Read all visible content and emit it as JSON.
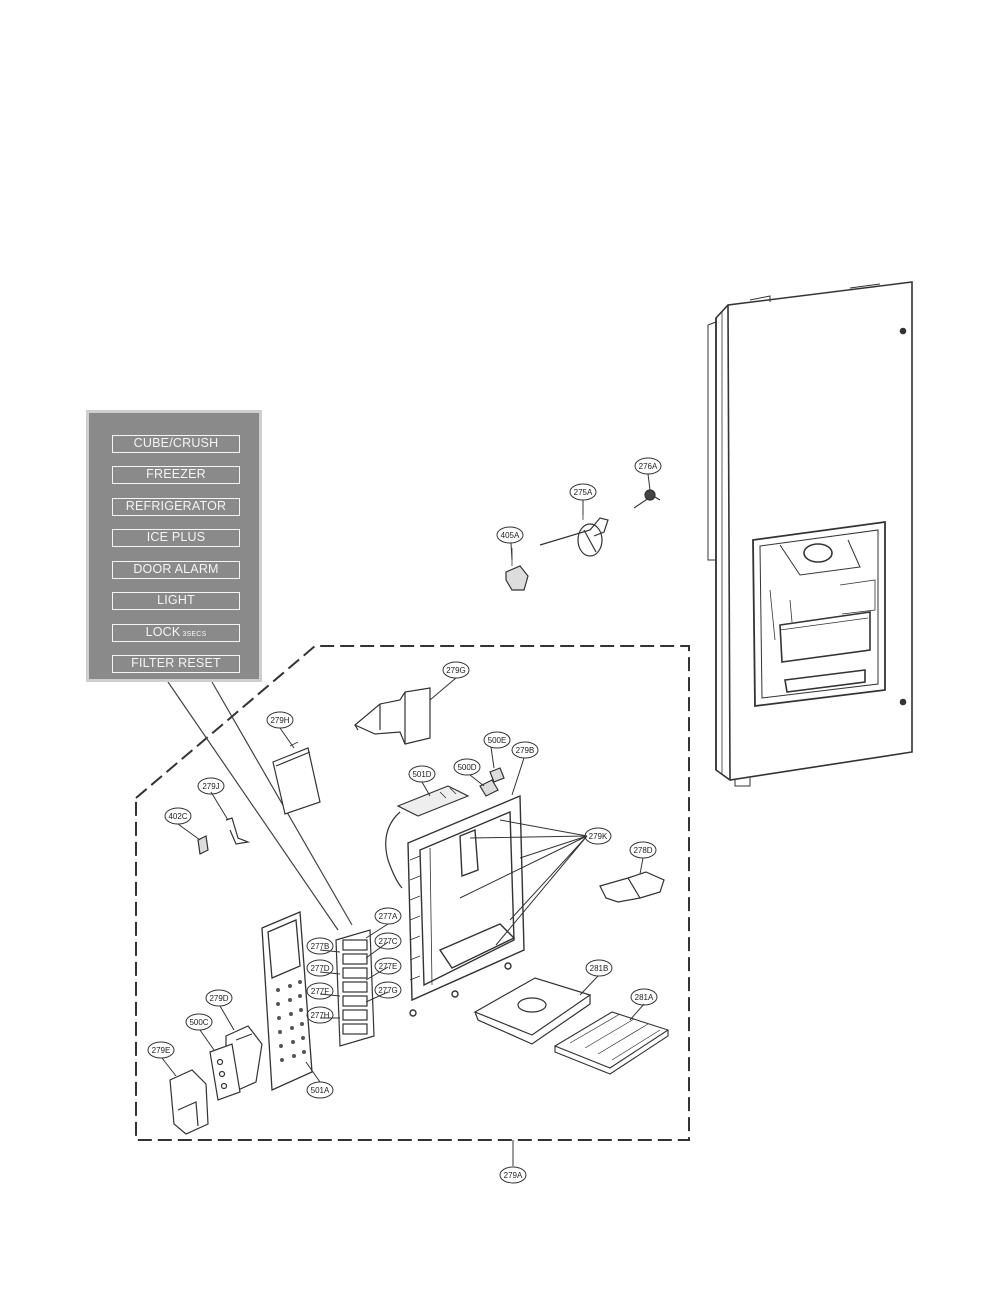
{
  "control_panel": {
    "buttons": [
      {
        "label": "CUBE/CRUSH"
      },
      {
        "label": "FREEZER"
      },
      {
        "label": "REFRIGERATOR"
      },
      {
        "label": "ICE PLUS"
      },
      {
        "label": "DOOR ALARM"
      },
      {
        "label": "LIGHT"
      },
      {
        "label": "LOCK",
        "sub": "3SECS"
      },
      {
        "label": "FILTER RESET"
      }
    ]
  },
  "callouts": [
    {
      "id": "276A"
    },
    {
      "id": "275A"
    },
    {
      "id": "405A"
    },
    {
      "id": "279G"
    },
    {
      "id": "279H"
    },
    {
      "id": "500E"
    },
    {
      "id": "279B"
    },
    {
      "id": "501D"
    },
    {
      "id": "500D"
    },
    {
      "id": "279J"
    },
    {
      "id": "402C"
    },
    {
      "id": "279K"
    },
    {
      "id": "278D"
    },
    {
      "id": "277A"
    },
    {
      "id": "277B"
    },
    {
      "id": "277C"
    },
    {
      "id": "277D"
    },
    {
      "id": "277E"
    },
    {
      "id": "277F"
    },
    {
      "id": "277G"
    },
    {
      "id": "277H"
    },
    {
      "id": "281B"
    },
    {
      "id": "281A"
    },
    {
      "id": "279D"
    },
    {
      "id": "500C"
    },
    {
      "id": "279E"
    },
    {
      "id": "501A"
    },
    {
      "id": "279A"
    }
  ],
  "colors": {
    "ink": "#222222",
    "panel": "#8a8a8a",
    "panel_text": "#f4f4f4"
  }
}
